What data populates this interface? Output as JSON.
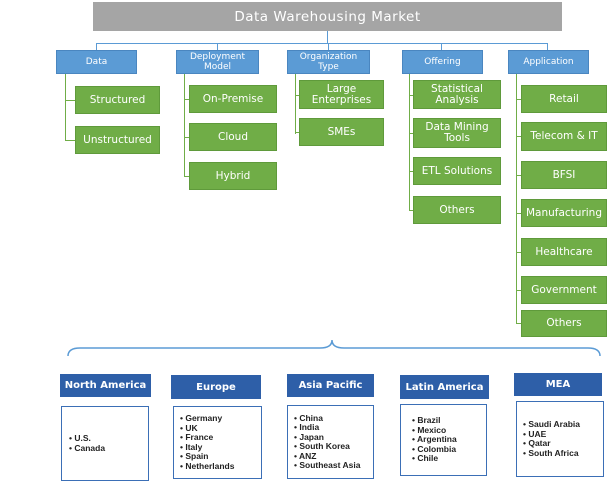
{
  "title": "Data Warehousing Market",
  "categories": [
    {
      "label": "Data",
      "items": [
        "Structured",
        "Unstructured"
      ]
    },
    {
      "label": "Deployment Model",
      "items": [
        "On-Premise",
        "Cloud",
        "Hybrid"
      ]
    },
    {
      "label": "Organization Type",
      "items": [
        "Large Enterprises",
        "SMEs"
      ]
    },
    {
      "label": "Offering",
      "items": [
        "Statistical Analysis",
        "Data Mining Tools",
        "ETL Solutions",
        "Others"
      ]
    },
    {
      "label": "Application",
      "items": [
        "Retail",
        "Telecom & IT",
        "BFSI",
        "Manufacturing",
        "Healthcare",
        "Government",
        "Others"
      ]
    }
  ],
  "regions": [
    {
      "label": "North America",
      "countries": [
        "U.S.",
        "Canada"
      ]
    },
    {
      "label": "Europe",
      "countries": [
        "Germany",
        "UK",
        "France",
        "Italy",
        "Spain",
        "Netherlands"
      ]
    },
    {
      "label": "Asia Pacific",
      "countries": [
        "China",
        "India",
        "Japan",
        "South Korea",
        "ANZ",
        "Southeast Asia"
      ]
    },
    {
      "label": "Latin America",
      "countries": [
        "Brazil",
        "Mexico",
        "Argentina",
        "Colombia",
        "Chile"
      ]
    },
    {
      "label": "MEA",
      "countries": [
        "Saudi Arabia",
        "UAE",
        "Qatar",
        "South Africa"
      ]
    }
  ],
  "colors": {
    "title_bg": "#a5a5a5",
    "category_bg": "#5b9bd5",
    "item_bg": "#70ad47",
    "region_bg": "#2e5fa8"
  }
}
